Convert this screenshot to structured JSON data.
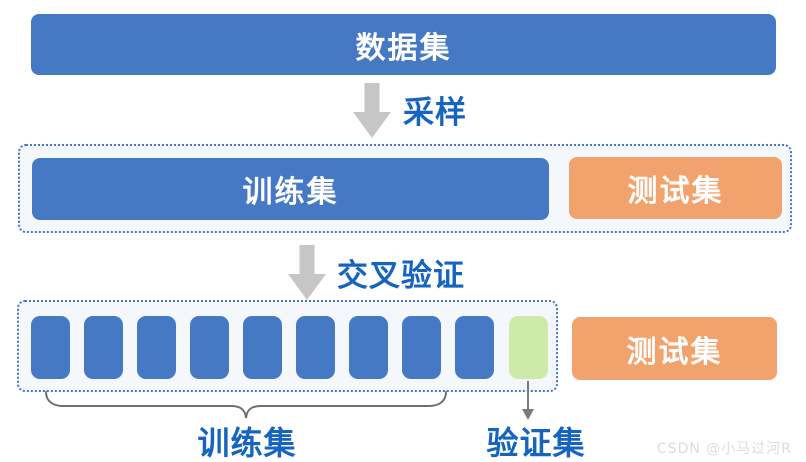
{
  "colors": {
    "bar_blue": "#4579c4",
    "bar_orange": "#f2a36d",
    "validation_green": "#cdeaab",
    "container_fill": "#f4f7fc",
    "container_border": "#4576c6",
    "label_blue": "#1565c0",
    "block_arrow_gray": "#c6c6c6",
    "thin_arrow_gray": "#7a7a7a",
    "watermark_gray": "#dcdcdc"
  },
  "diagram": {
    "dataset_bar": {
      "label": "数据集"
    },
    "sampling_arrow": {
      "label": "采样"
    },
    "split_row": {
      "train_bar": {
        "label": "训练集"
      },
      "test_bar": {
        "label": "测试集"
      }
    },
    "cross_validation_arrow": {
      "label": "交叉验证"
    },
    "cv_row": {
      "fold_count": 9,
      "test_bar": {
        "label": "测试集"
      }
    },
    "train_brace_label": "训练集",
    "validation_arrow_label": "验证集"
  },
  "watermark": {
    "text": "CSDN @小马过河R"
  }
}
